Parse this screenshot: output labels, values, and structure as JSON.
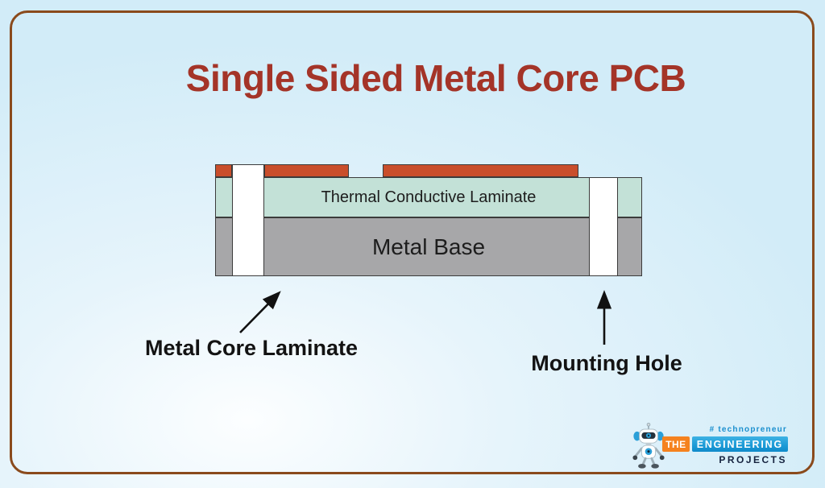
{
  "title": "Single Sided Metal Core PCB",
  "diagram": {
    "laminate_label": "Thermal Conductive Laminate",
    "base_label": "Metal Base",
    "callout_left": "Metal Core Laminate",
    "callout_right": "Mounting Hole"
  },
  "logo": {
    "tagline": "# technopreneur",
    "word_the": "THE",
    "word_engineering": "ENGINEERING",
    "word_projects": "PROJECTS"
  },
  "colors": {
    "title_red": "#a43428",
    "frame_brown": "#8a4a1c",
    "copper": "#c94e2b",
    "laminate_teal": "#c3e1d7",
    "metal_gray": "#a7a7a9",
    "hole_white": "#ffffff",
    "layer_outline": "#3b3b3b",
    "logo_orange": "#f5821f",
    "logo_blue": "#1e9cd7",
    "tagline_blue": "#1b8fce",
    "projects_navy": "#16233f"
  }
}
